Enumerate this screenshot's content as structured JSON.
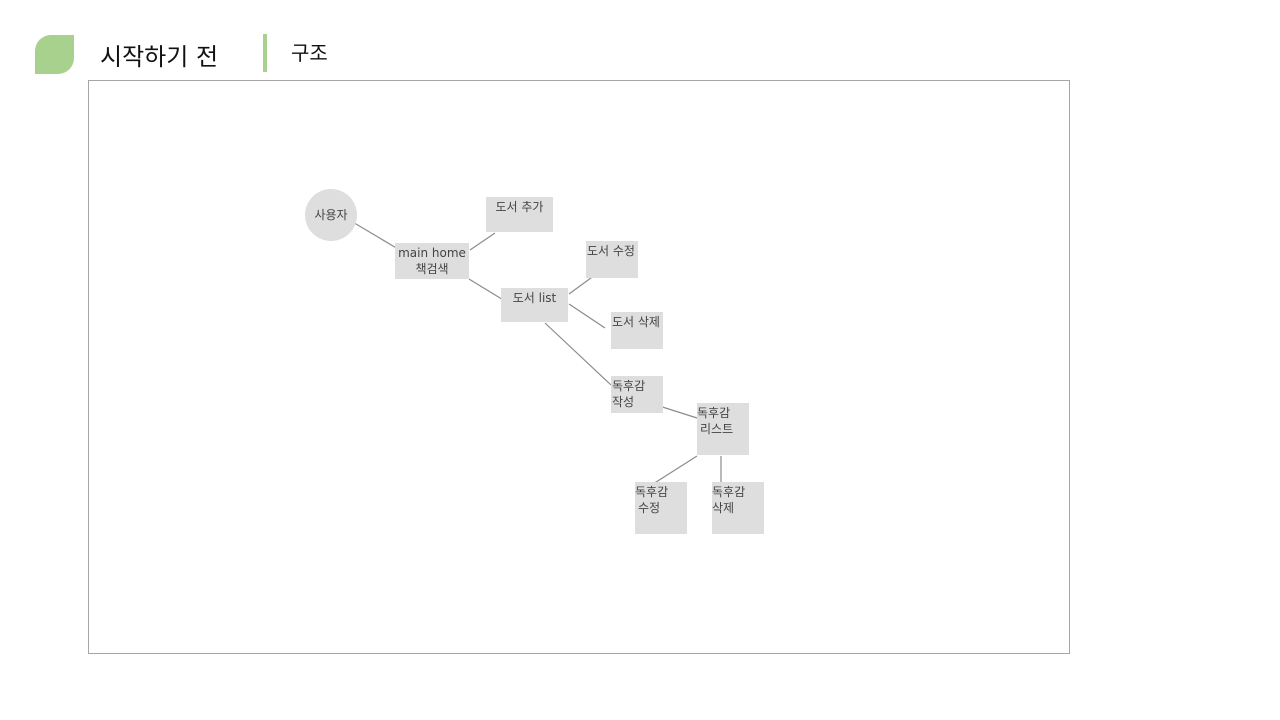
{
  "header": {
    "title": "시작하기 전",
    "subtitle": "구조",
    "accent": "#a9d18e"
  },
  "diagram": {
    "user": "사용자",
    "main_home": [
      "main home",
      "책검색"
    ],
    "book_add": "도서 추가",
    "book_list": "도서 list",
    "book_edit": "도서 수정",
    "book_delete": "도서 삭제",
    "review_write": [
      "독후감",
      "작성"
    ],
    "review_list": [
      "독후감",
      "리스트"
    ],
    "review_edit": [
      "독후감",
      "수정"
    ],
    "review_delete": [
      "독후감",
      "삭제"
    ]
  }
}
